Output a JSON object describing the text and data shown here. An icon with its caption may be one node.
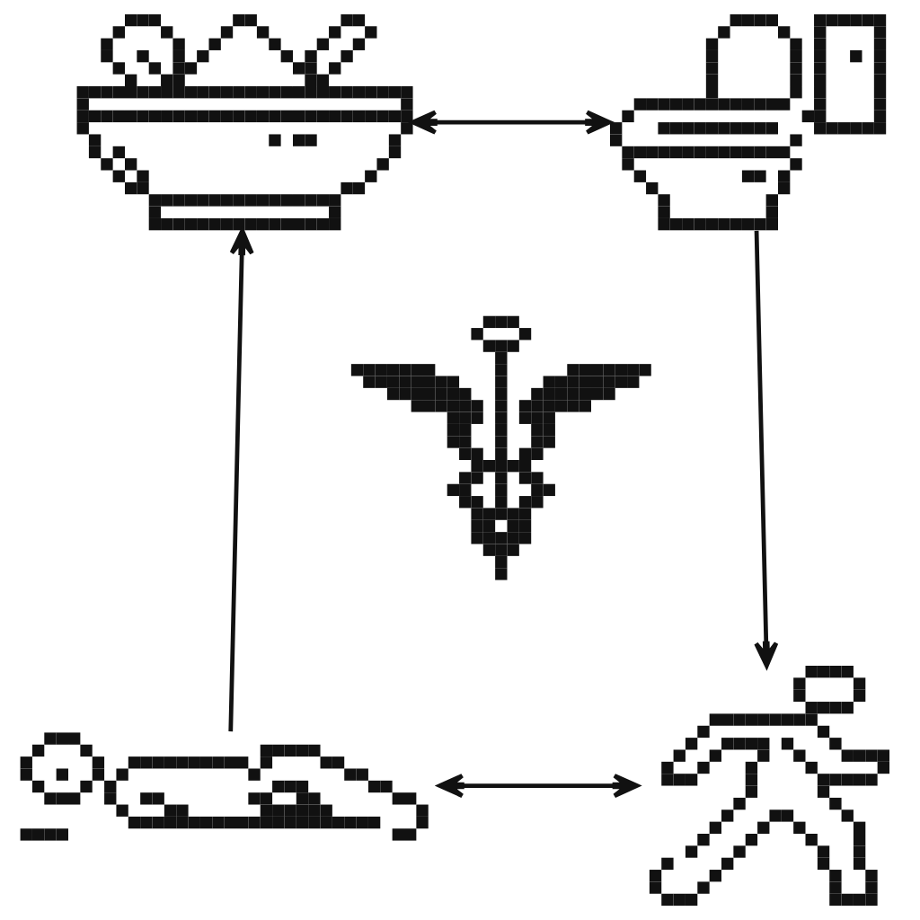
{
  "diagram": {
    "nodes": [
      {
        "text": [],
        "shape": "picture"
      },
      {
        "text": [],
        "shape": "picture"
      },
      {
        "text": [],
        "shape": "picture"
      },
      {
        "text": [],
        "shape": "picture"
      },
      {
        "text": [],
        "shape": "picture"
      }
    ],
    "edges": [
      {
        "from": 0,
        "to": 1,
        "arrow": "both"
      },
      {
        "from": 1,
        "to": 4,
        "arrow": "to"
      },
      {
        "from": 3,
        "to": 4,
        "arrow": "both"
      },
      {
        "from": 3,
        "to": 0,
        "arrow": "to"
      }
    ]
  }
}
